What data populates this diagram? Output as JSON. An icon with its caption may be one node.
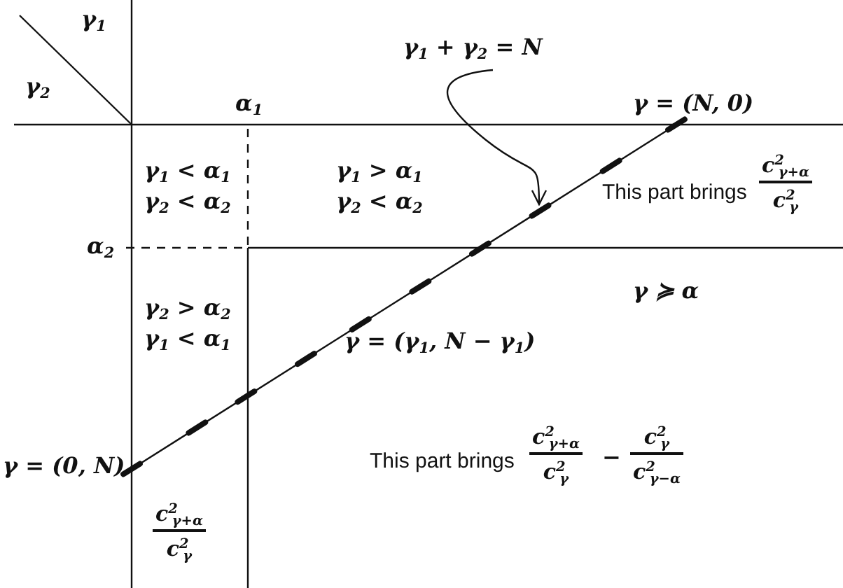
{
  "diagram": {
    "nodes": [
      {
        "text": [
          "γ$_{1}$ + γ$_{2}$ = N"
        ]
      },
      {
        "text": [],
        "shape": "line"
      }
    ],
    "edges": [
      {
        "from": 0,
        "to": 1,
        "arrow": "to"
      }
    ],
    "labels": [
      "γ$_{1}$",
      "γ$_{2}$",
      "α$_{1}$",
      "γ = (N, 0)",
      "γ$_{1}$ < α$_{1}$",
      "γ$_{2}$ < α$_{2}$",
      "γ$_{1}$ > α$_{1}$",
      "γ$_{2}$ < α$_{2}$",
      "This part brings",
      "c$^{2}$$_{γ+α}$",
      "c$^{2}$$_{γ}$",
      "α$_{2}$",
      "γ$_{2}$ > α$_{2}$",
      "γ$_{1}$ < α$_{1}$",
      "γ ≽ α",
      "γ = (γ$_{1}$, N − γ$_{1}$)",
      "γ = (0, N)",
      "This part brings",
      "c$^{2}$$_{γ+α}$",
      "c$^{2}$$_{γ}$",
      "−",
      "c$^{2}$$_{γ}$",
      "c$^{2}$$_{γ−α}$",
      "c$^{2}$$_{γ+α}$",
      "c$^{2}$$_{γ}$"
    ]
  }
}
